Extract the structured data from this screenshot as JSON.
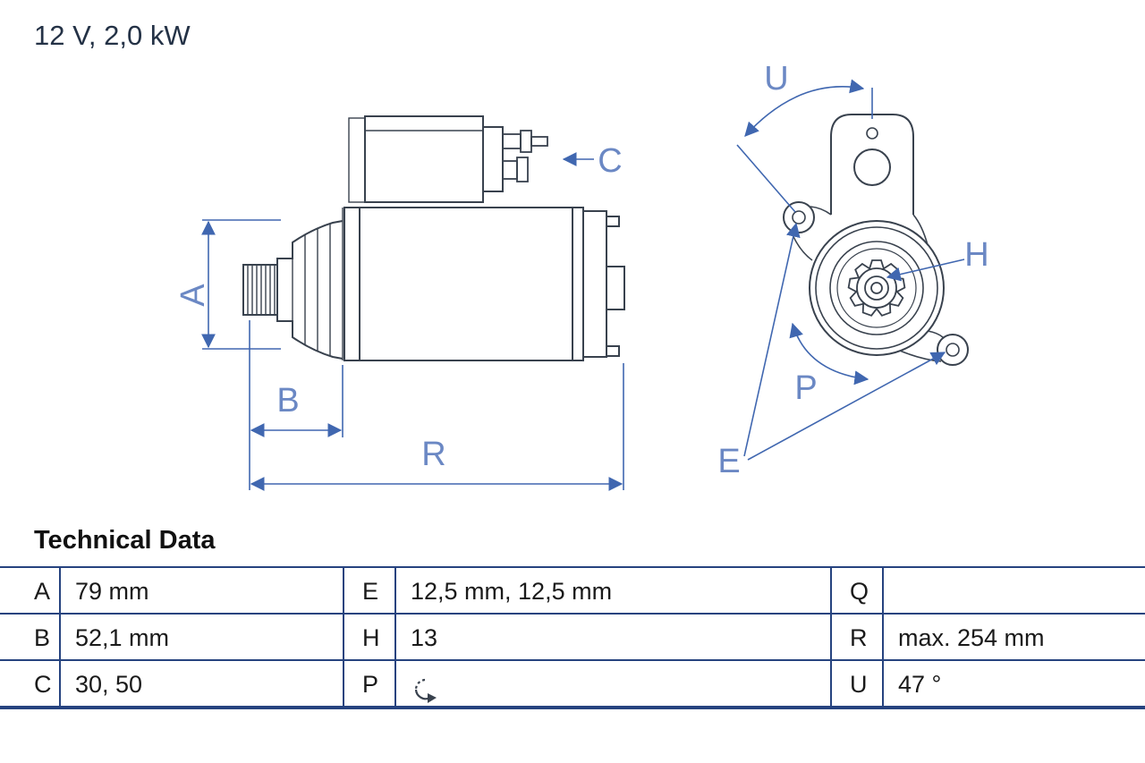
{
  "title": "12 V, 2,0 kW",
  "drawing": {
    "description": "starter motor technical drawing, side view and front view",
    "labels": {
      "A": "A",
      "B": "B",
      "C": "C",
      "R": "R",
      "U": "U",
      "H": "H",
      "P": "P",
      "E": "E"
    },
    "colors": {
      "line": "#39424e",
      "dimension": "#4067b0",
      "dim_label": "#6b88c4"
    }
  },
  "technical_data": {
    "title": "Technical Data",
    "rows": [
      {
        "c1": {
          "key": "A",
          "value": "79 mm"
        },
        "c2": {
          "key": "E",
          "value": "12,5 mm, 12,5 mm"
        },
        "c3": {
          "key": "Q",
          "value": ""
        }
      },
      {
        "c1": {
          "key": "B",
          "value": "52,1 mm"
        },
        "c2": {
          "key": "H",
          "value": "13"
        },
        "c3": {
          "key": "R",
          "value": "max. 254 mm"
        }
      },
      {
        "c1": {
          "key": "C",
          "value": "30, 50"
        },
        "c2": {
          "key": "P",
          "value": "",
          "icon": "rotation-clockwise"
        },
        "c3": {
          "key": "U",
          "value": "47 °"
        }
      }
    ]
  }
}
